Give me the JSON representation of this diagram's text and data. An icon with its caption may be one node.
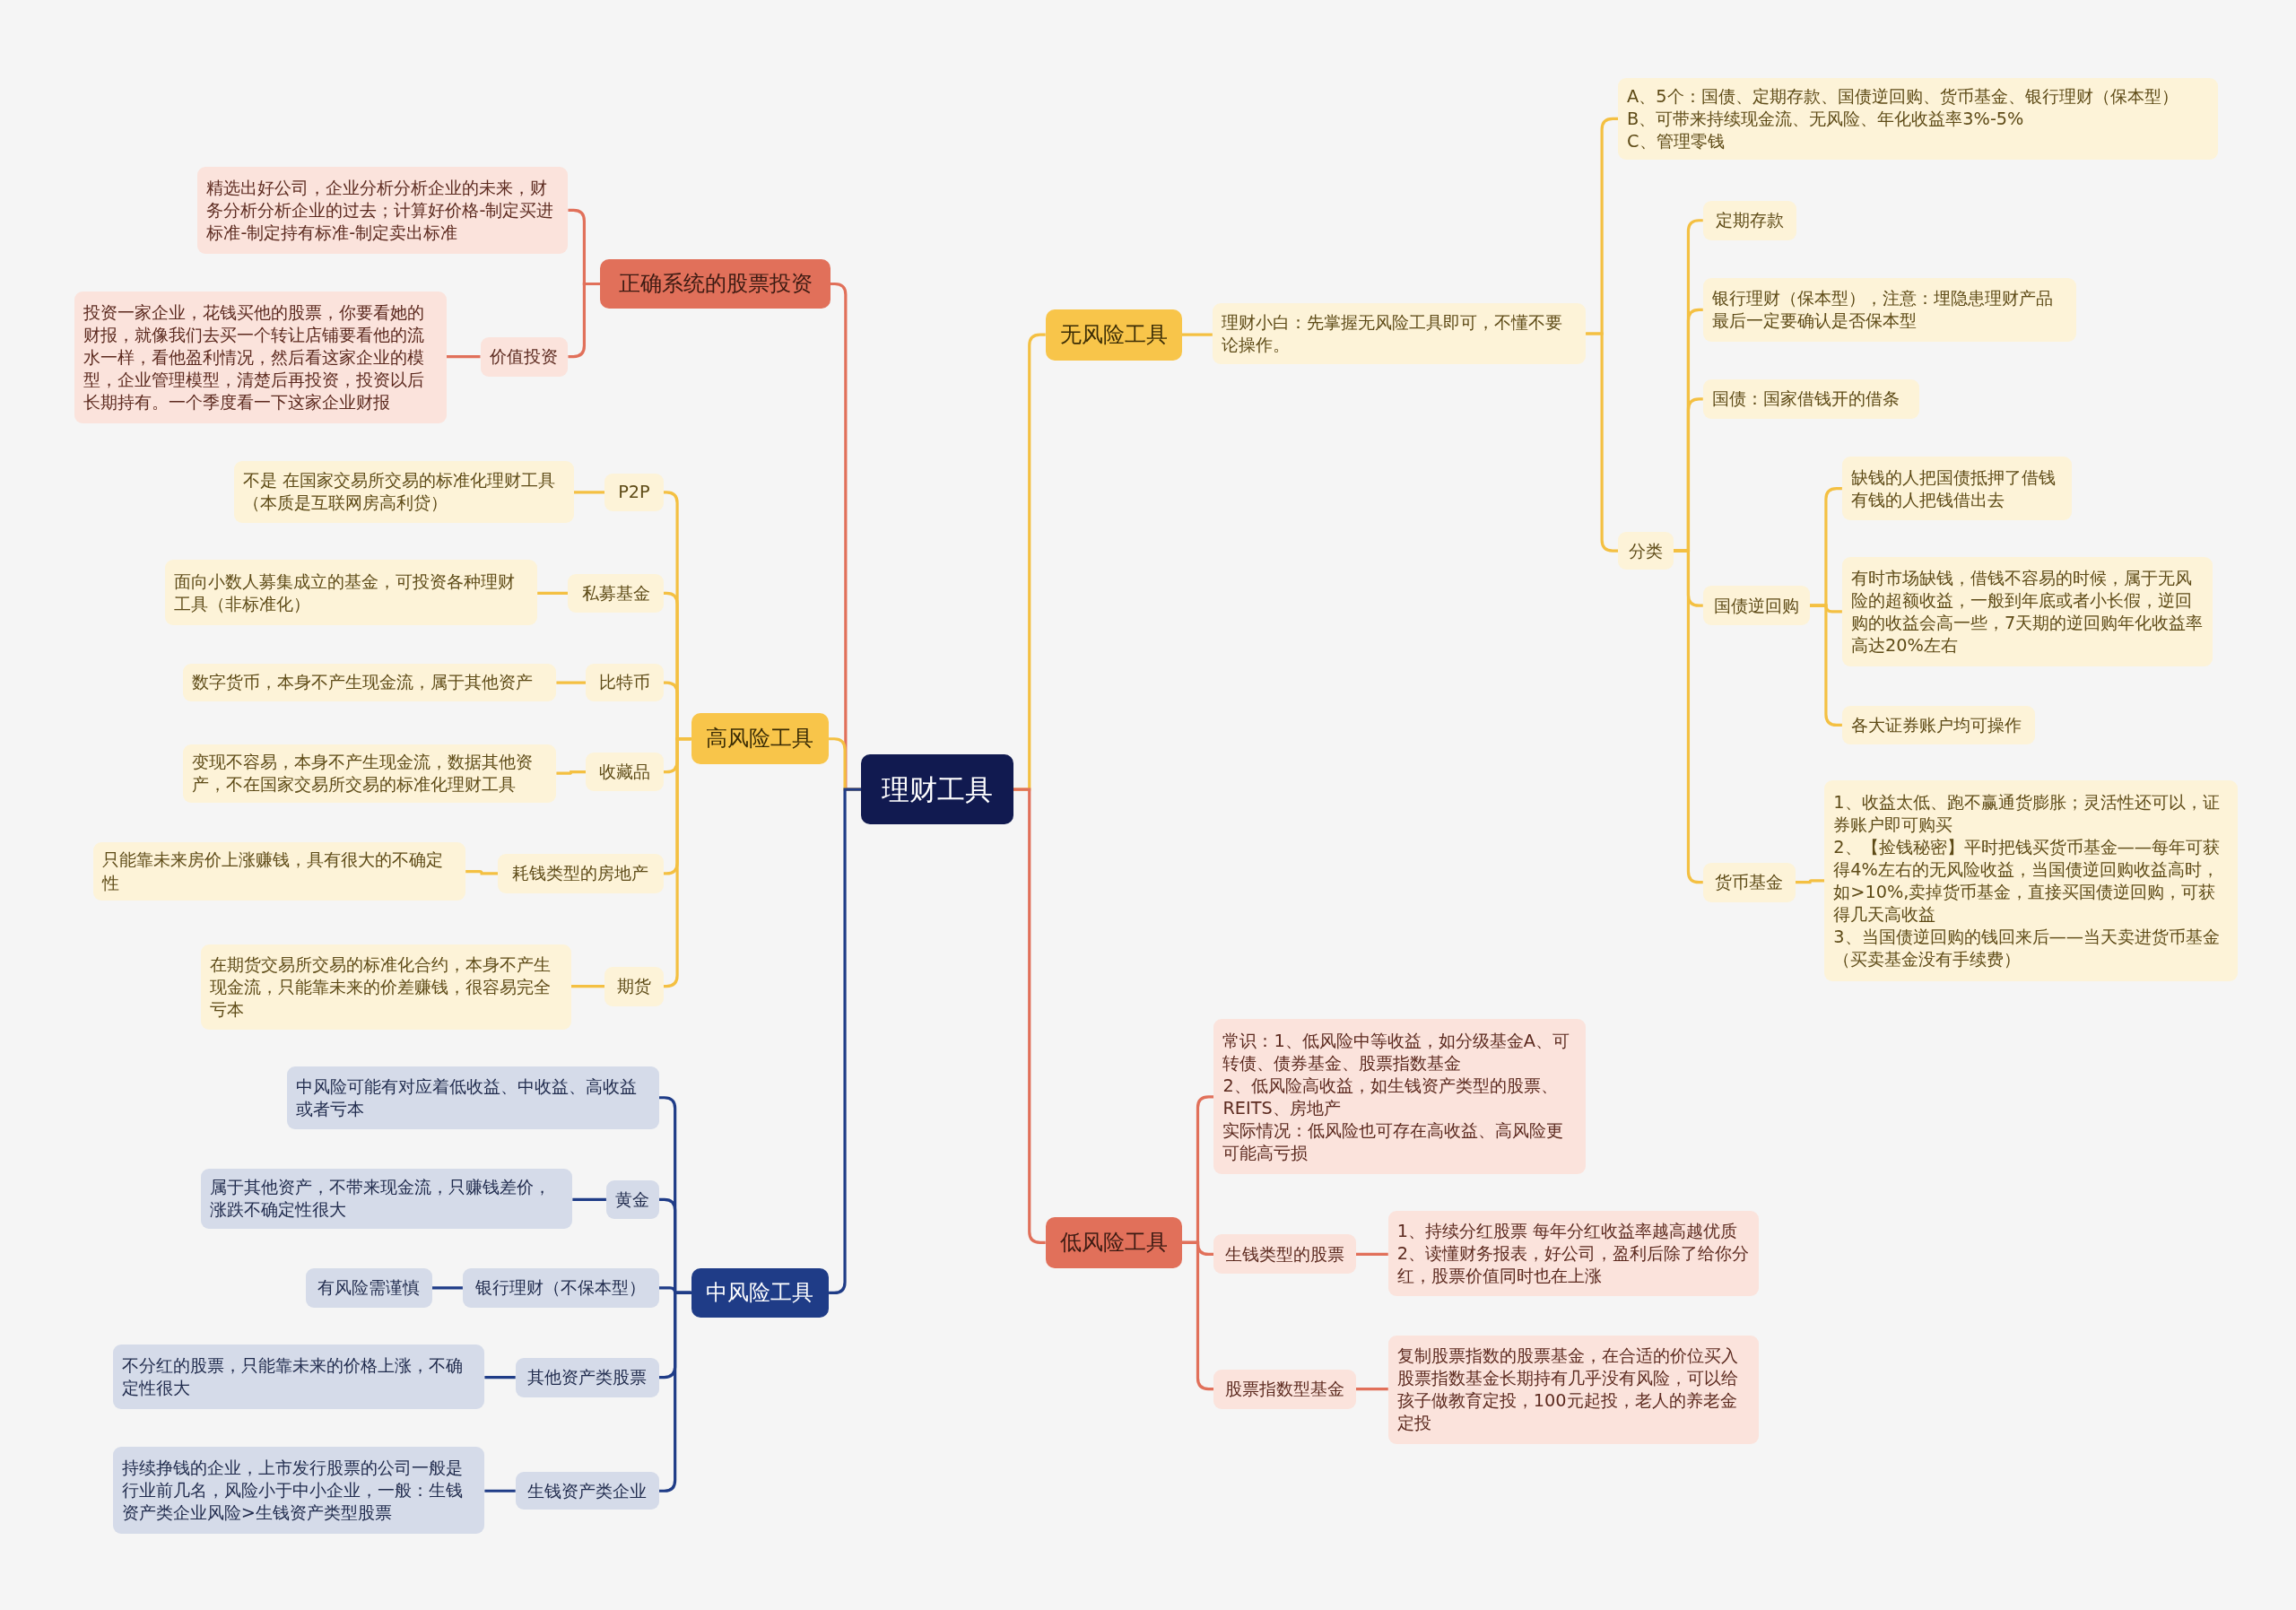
{
  "diagram": {
    "nodes": [
      {
        "text": [
          "理财工具"
        ]
      },
      {
        "text": [
          "正确系统的股票投资"
        ]
      },
      {
        "text": [
          "精选出好公司，企业分析分析企业的未来，财务分析分析企业的过去；计算好价格-制定买进标准-制定持有标准-制定卖出标准"
        ]
      },
      {
        "text": [
          "价值投资"
        ]
      },
      {
        "text": [
          "投资一家企业，花钱买他的股票，你要看她的财报，就像我们去买一个转让店铺要看他的流水一样，看他盈利情况，然后看这家企业的模型，企业管理模型，清楚后再投资，投资以后长期持有。一个季度看一下这家企业财报"
        ]
      },
      {
        "text": [
          "高风险工具"
        ]
      },
      {
        "text": [
          "P2P"
        ]
      },
      {
        "text": [
          "不是 在国家交易所交易的标准化理财工具（本质是互联网房高利贷）"
        ]
      },
      {
        "text": [
          "私募基金"
        ]
      },
      {
        "text": [
          "面向小数人募集成立的基金，可投资各种理财工具（非标准化）"
        ]
      },
      {
        "text": [
          "比特币"
        ]
      },
      {
        "text": [
          "数字货币，本身不产生现金流，属于其他资产"
        ]
      },
      {
        "text": [
          "收藏品"
        ]
      },
      {
        "text": [
          "变现不容易，本身不产生现金流，数据其他资产，不在国家交易所交易的标准化理财工具"
        ]
      },
      {
        "text": [
          "耗钱类型的房地产"
        ]
      },
      {
        "text": [
          "只能靠未来房价上涨赚钱，具有很大的不确定性"
        ]
      },
      {
        "text": [
          "期货"
        ]
      },
      {
        "text": [
          "在期货交易所交易的标准化合约，本身不产生现金流，只能靠未来的价差赚钱，很容易完全亏本"
        ]
      },
      {
        "text": [
          "中风险工具"
        ]
      },
      {
        "text": [
          "中风险可能有对应着低收益、中收益、高收益或者亏本"
        ]
      },
      {
        "text": [
          "黄金"
        ]
      },
      {
        "text": [
          "属于其他资产，不带来现金流，只赚钱差价，涨跌不确定性很大"
        ]
      },
      {
        "text": [
          "银行理财（不保本型）"
        ]
      },
      {
        "text": [
          "有风险需谨慎"
        ]
      },
      {
        "text": [
          "其他资产类股票"
        ]
      },
      {
        "text": [
          "不分红的股票，只能靠未来的价格上涨，不确定性很大"
        ]
      },
      {
        "text": [
          "生钱资产类企业"
        ]
      },
      {
        "text": [
          "持续挣钱的企业，上市发行股票的公司一般是行业前几名，风险小于中小企业，一般：生钱资产类企业风险>生钱资产类型股票"
        ]
      },
      {
        "text": [
          "无风险工具"
        ]
      },
      {
        "text": [
          "理财小白：先掌握无风险工具即可，不懂不要论操作。"
        ]
      },
      {
        "text": [
          "A、5个：国债、定期存款、国债逆回购、货币基金、银行理财（保本型）",
          "B、可带来持续现金流、无风险、年化收益率3%-5%",
          "C、管理零钱"
        ]
      },
      {
        "text": [
          "分类"
        ]
      },
      {
        "text": [
          "定期存款"
        ]
      },
      {
        "text": [
          "银行理财（保本型），注意：埋隐患理财产品最后一定要确认是否保本型"
        ]
      },
      {
        "text": [
          "国债：国家借钱开的借条"
        ]
      },
      {
        "text": [
          "国债逆回购"
        ]
      },
      {
        "text": [
          "缺钱的人把国债抵押了借钱",
          "有钱的人把钱借出去"
        ]
      },
      {
        "text": [
          "有时市场缺钱，借钱不容易的时候，属于无风险的超额收益，一般到年底或者小长假，逆回购的收益会高一些，7天期的逆回购年化收益率高达20%左右"
        ]
      },
      {
        "text": [
          "各大证券账户均可操作"
        ]
      },
      {
        "text": [
          "货币基金"
        ]
      },
      {
        "text": [
          "1、收益太低、跑不赢通货膨胀；灵活性还可以，证券账户即可购买",
          "2、【捡钱秘密】平时把钱买货币基金——每年可获得4%左右的无风险收益，当国债逆回购收益高时，如>10%,卖掉货币基金，直接买国债逆回购，可获得几天高收益",
          "3、当国债逆回购的钱回来后——当天卖进货币基金（买卖基金没有手续费）"
        ]
      },
      {
        "text": [
          "低风险工具"
        ]
      },
      {
        "text": [
          "常识：1、低风险中等收益，如分级基金A、可转债、债券基金、股票指数基金",
          "2、低风险高收益，如生钱资产类型的股票、REITS、房地产",
          "实际情况：低风险也可存在高收益、高风险更可能高亏损"
        ]
      },
      {
        "text": [
          "生钱类型的股票"
        ]
      },
      {
        "text": [
          "1、持续分红股票 每年分红收益率越高越优质",
          "2、读懂财务报表，好公司，盈利后除了给你分红，股票价值同时也在上涨"
        ]
      },
      {
        "text": [
          "股票指数型基金"
        ]
      },
      {
        "text": [
          "复制股票指数的股票基金，在合适的价位买入股票指数基金长期持有几乎没有风险，可以给孩子做教育定投，100元起投，老人的养老金定投"
        ]
      }
    ],
    "edges": [
      {
        "from": 0,
        "to": 1,
        "arrow": "none",
        "color": "#e1705a"
      },
      {
        "from": 1,
        "to": 2,
        "arrow": "none",
        "color": "#e1705a"
      },
      {
        "from": 1,
        "to": 3,
        "arrow": "none",
        "color": "#e1705a"
      },
      {
        "from": 3,
        "to": 4,
        "arrow": "none",
        "color": "#e1705a"
      },
      {
        "from": 0,
        "to": 5,
        "arrow": "none"
      },
      {
        "from": 5,
        "to": 6,
        "arrow": "none"
      },
      {
        "from": 6,
        "to": 7,
        "arrow": "none"
      },
      {
        "from": 5,
        "to": 8,
        "arrow": "none"
      },
      {
        "from": 8,
        "to": 9,
        "arrow": "none"
      },
      {
        "from": 5,
        "to": 10,
        "arrow": "none"
      },
      {
        "from": 10,
        "to": 11,
        "arrow": "none"
      },
      {
        "from": 5,
        "to": 12,
        "arrow": "none"
      },
      {
        "from": 12,
        "to": 13,
        "arrow": "none"
      },
      {
        "from": 5,
        "to": 14,
        "arrow": "none"
      },
      {
        "from": 14,
        "to": 15,
        "arrow": "none"
      },
      {
        "from": 5,
        "to": 16,
        "arrow": "none"
      },
      {
        "from": 16,
        "to": 17,
        "arrow": "none"
      },
      {
        "from": 0,
        "to": 18,
        "arrow": "none",
        "color": "#1f3c87"
      },
      {
        "from": 18,
        "to": 19,
        "arrow": "none",
        "color": "#1f3c87"
      },
      {
        "from": 18,
        "to": 20,
        "arrow": "none",
        "color": "#1f3c87"
      },
      {
        "from": 20,
        "to": 21,
        "arrow": "none",
        "color": "#1f3c87"
      },
      {
        "from": 18,
        "to": 22,
        "arrow": "none",
        "color": "#1f3c87"
      },
      {
        "from": 22,
        "to": 23,
        "arrow": "none",
        "color": "#1f3c87"
      },
      {
        "from": 18,
        "to": 24,
        "arrow": "none",
        "color": "#1f3c87"
      },
      {
        "from": 24,
        "to": 25,
        "arrow": "none",
        "color": "#1f3c87"
      },
      {
        "from": 18,
        "to": 26,
        "arrow": "none",
        "color": "#1f3c87"
      },
      {
        "from": 26,
        "to": 27,
        "arrow": "none",
        "color": "#1f3c87"
      },
      {
        "from": 0,
        "to": 28,
        "arrow": "none"
      },
      {
        "from": 28,
        "to": 29,
        "arrow": "none"
      },
      {
        "from": 29,
        "to": 30,
        "arrow": "none"
      },
      {
        "from": 29,
        "to": 31,
        "arrow": "none"
      },
      {
        "from": 31,
        "to": 32,
        "arrow": "none"
      },
      {
        "from": 31,
        "to": 33,
        "arrow": "none"
      },
      {
        "from": 31,
        "to": 34,
        "arrow": "none"
      },
      {
        "from": 31,
        "to": 35,
        "arrow": "none"
      },
      {
        "from": 35,
        "to": 36,
        "arrow": "none"
      },
      {
        "from": 35,
        "to": 37,
        "arrow": "none"
      },
      {
        "from": 35,
        "to": 38,
        "arrow": "none"
      },
      {
        "from": 31,
        "to": 39,
        "arrow": "none"
      },
      {
        "from": 39,
        "to": 40,
        "arrow": "none"
      },
      {
        "from": 0,
        "to": 41,
        "arrow": "none",
        "color": "#e1705a"
      },
      {
        "from": 41,
        "to": 42,
        "arrow": "none",
        "color": "#e1705a"
      },
      {
        "from": 41,
        "to": 43,
        "arrow": "none",
        "color": "#e1705a"
      },
      {
        "from": 43,
        "to": 44,
        "arrow": "none",
        "color": "#e1705a"
      },
      {
        "from": 41,
        "to": 45,
        "arrow": "none",
        "color": "#e1705a"
      },
      {
        "from": 45,
        "to": 46,
        "arrow": "none",
        "color": "#e1705a"
      }
    ]
  }
}
